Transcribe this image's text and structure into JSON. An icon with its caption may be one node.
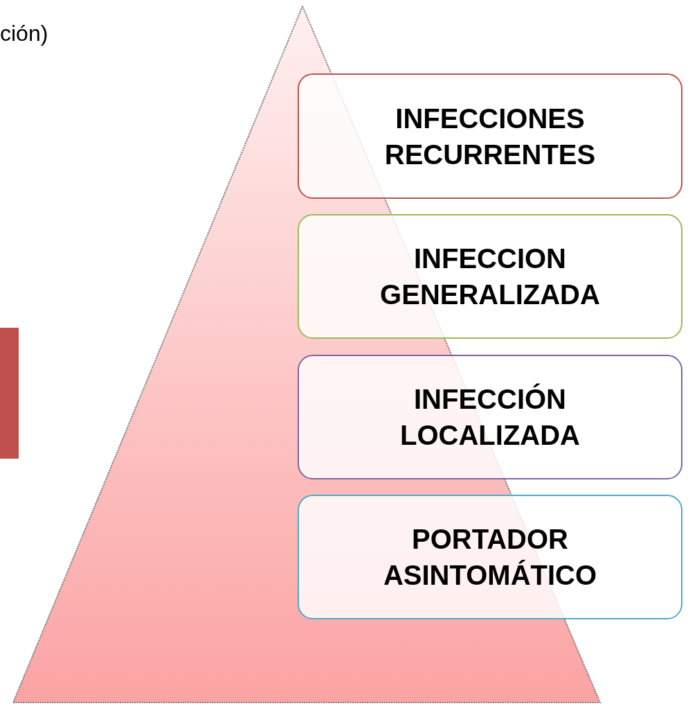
{
  "diagram": {
    "nodes": [
      {
        "text": [],
        "shape": "triangle"
      },
      {
        "text": [
          "INFECCIONES RECURRENTES"
        ]
      },
      {
        "text": [
          "INFECCION GENERALIZADA"
        ]
      },
      {
        "text": [
          "INFECCIÓN LOCALIZADA"
        ]
      },
      {
        "text": [
          "PORTADOR ASINTOMÁTICO"
        ]
      },
      {
        "text": [],
        "shape": "bar"
      }
    ],
    "labels": [
      "ción)"
    ]
  }
}
